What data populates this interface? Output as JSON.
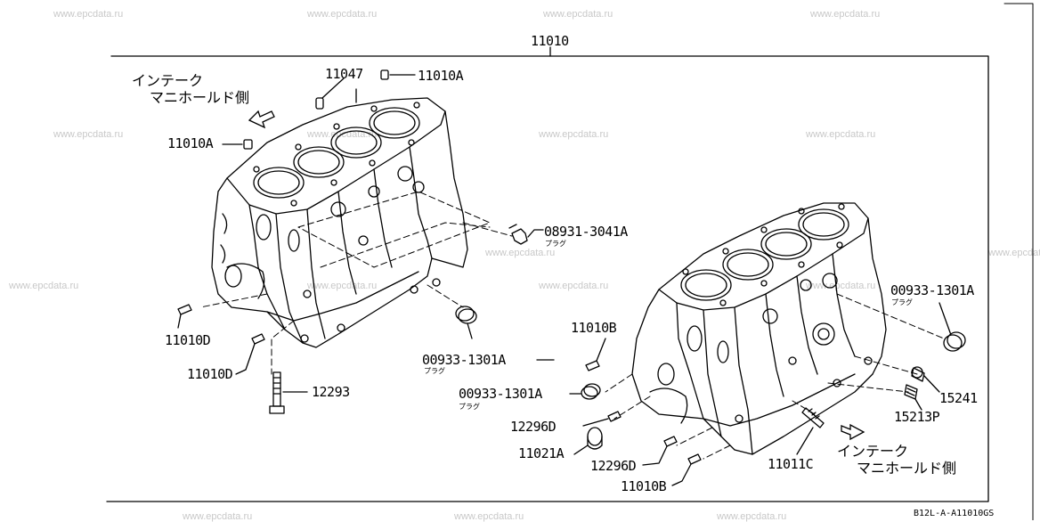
{
  "watermark": "www.epcdata.ru",
  "assembly_part": "11010",
  "labels": {
    "p11047": "11047",
    "p11010A_top": "11010A",
    "p11010A_left": "11010A",
    "p08931": "08931-3041A",
    "p08931_sub": "プラグ",
    "p00933_mid": "00933-1301A",
    "p00933_mid_sub": "プラグ",
    "p00933_right": "00933-1301A",
    "p00933_right_sub": "プラグ",
    "p00933_low": "00933-1301A",
    "p00933_low_sub": "プラグ",
    "p11010D_a": "11010D",
    "p11010D_b": "11010D",
    "p12293": "12293",
    "p11010B_a": "11010B",
    "p11010B_b": "11010B",
    "p12296D_a": "12296D",
    "p12296D_b": "12296D",
    "p11021A": "11021A",
    "p11011C": "11011C",
    "p15241": "15241",
    "p15213P": "15213P"
  },
  "intake_left": {
    "line1": "インテーク",
    "line2": "マニホールド側"
  },
  "intake_right": {
    "line1": "インテーク",
    "line2": "マニホールド側"
  },
  "footer_code": "B12L-A-A11010GS"
}
